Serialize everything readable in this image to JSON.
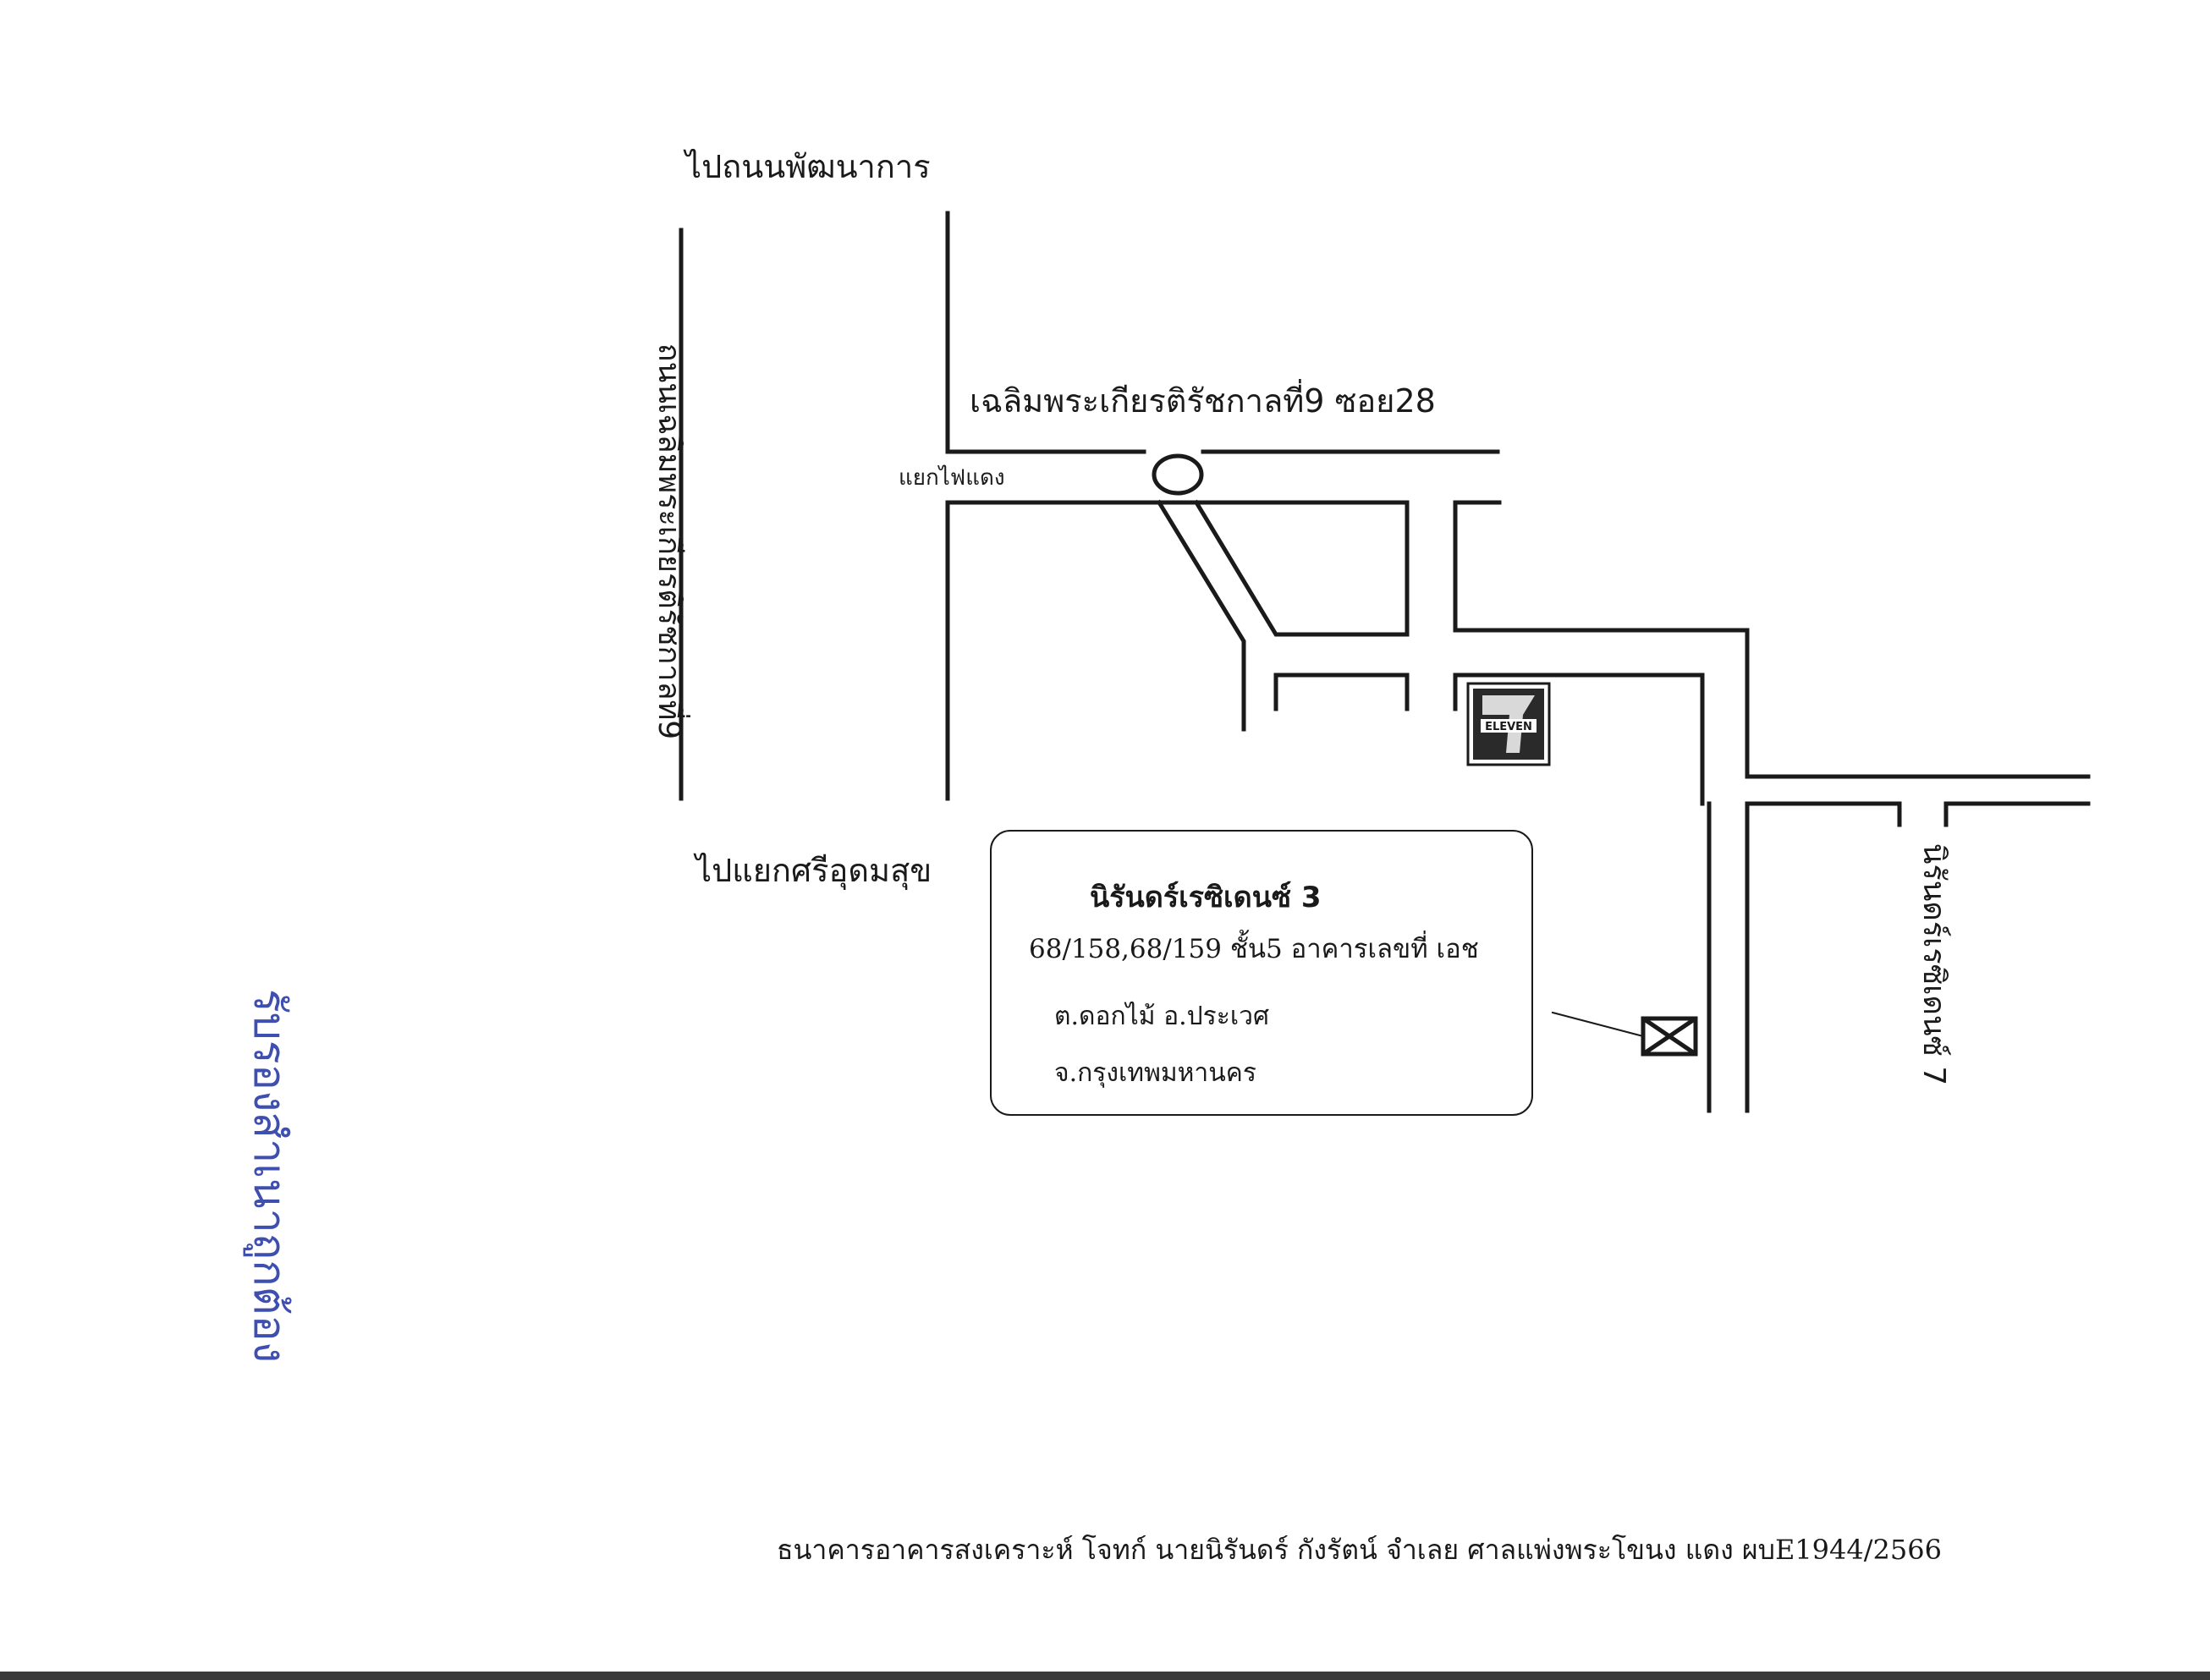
{
  "map": {
    "label_top": "ไปถนนพัฒนาการ",
    "label_bottom": "ไปแยกศรีอุดมสุข",
    "main_road": "ถนนเฉลิมพระเกียรติรัชกาลที่9",
    "soi": "เฉลิมพระเกียรติรัชกาลที่9 ซอย28",
    "traffic_light": "แยกไฟแดง",
    "side_road": "นิรันดร์เรซิเดนซ์ 7",
    "landmark_logo": "7 ELEVEN"
  },
  "address": {
    "name": "นิรันดร์เรซิเดนซ์  3",
    "line1": "68/158,68/159  ชั้น5 อาคารเลขที่ เอช",
    "line2": "ต.ดอกไม้  อ.ประเวศ",
    "line3": "จ.กรุงเทพมหานคร"
  },
  "stamp": {
    "text": "รับรองสำเนาถูกต้อง",
    "color": "#3f4fb0"
  },
  "footer": "ธนาคารอาคารสงเคราะห์ โจทก์ นายนิรันดร์ กังรัตน์ จำเลย ศาลแพ่งพระโขนง แดง ผบE1944/2566",
  "icons": {
    "target": "x-box-icon",
    "logo": "seven-eleven-logo"
  }
}
